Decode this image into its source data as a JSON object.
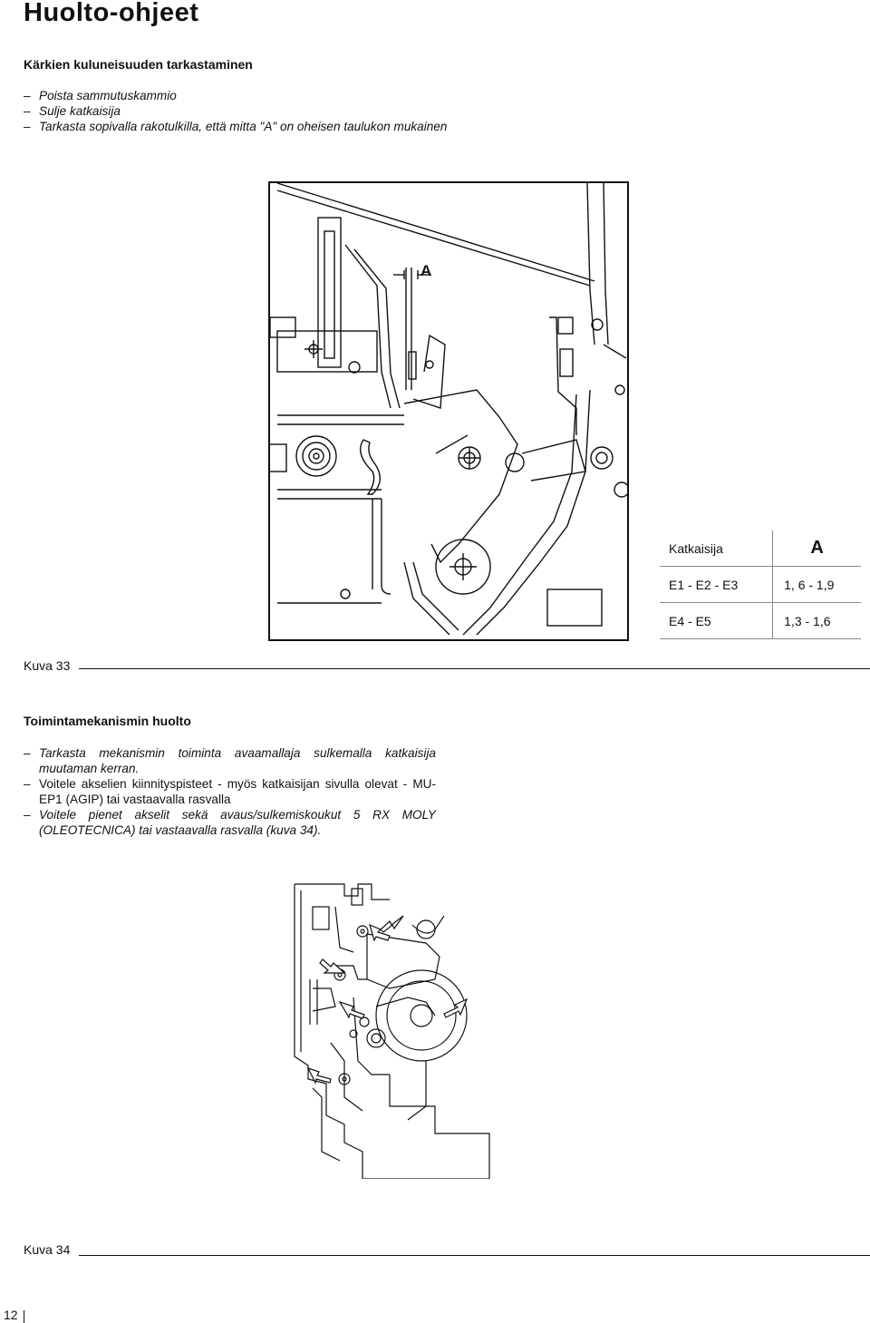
{
  "page": {
    "title": "Huolto-ohjeet",
    "number": "12"
  },
  "section1": {
    "heading": "Kärkien kuluneisuuden tarkastaminen",
    "items": [
      "Poista sammutuskammio",
      "Sulje katkaisija",
      "Tarkasta sopivalla rakotulkilla, että mitta \"A\" on oheisen taulukon mukainen"
    ]
  },
  "figure33": {
    "label_a": "A",
    "caption": "Kuva 33",
    "table": {
      "header": [
        "Katkaisija",
        "A"
      ],
      "rows": [
        [
          "E1 - E2 - E3",
          "1, 6 - 1,9"
        ],
        [
          "E4 - E5",
          "1,3 - 1,6"
        ]
      ]
    }
  },
  "section2": {
    "heading": "Toimintamekanismin huolto",
    "items": [
      "Tarkasta mekanismin toiminta avaamallaja sulkemalla  katkaisija muutaman kerran.",
      "Voitele akselien kiinnityspisteet - myös katkaisijan sivulla olevat - MU-EP1 (AGIP) tai vastaavalla rasvalla",
      "Voitele pienet akselit sekä avaus/sulkemiskoukut 5 RX MOLY (OLEOTECNICA) tai vastaavalla rasvalla (kuva 34)."
    ]
  },
  "figure34": {
    "caption": "Kuva  34"
  }
}
